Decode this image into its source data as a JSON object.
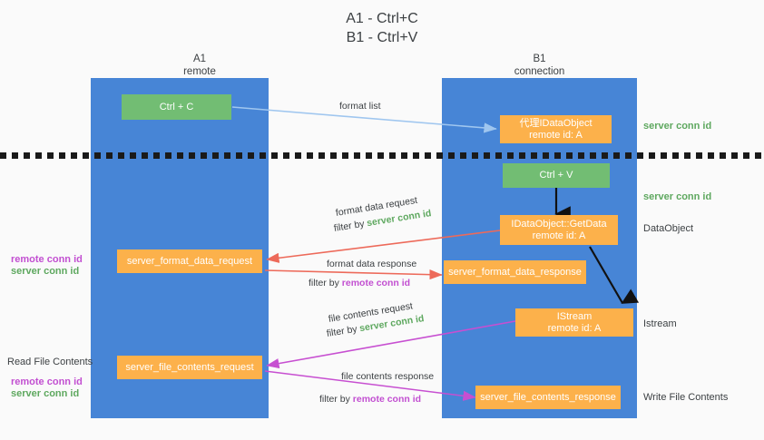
{
  "title": {
    "line1": "A1 - Ctrl+C",
    "line2": "B1 - Ctrl+V"
  },
  "lanes": [
    {
      "id": "a1",
      "title": "A1",
      "subtitle": "remote"
    },
    {
      "id": "b1",
      "title": "B1",
      "subtitle": "connection"
    }
  ],
  "nodes": {
    "ctrl_c": {
      "label": "Ctrl + C",
      "color": "#72bd73"
    },
    "proxy_idataobject": {
      "line1": "代理IDataObject",
      "line2": "remote id: A",
      "color": "#fcb14b"
    },
    "ctrl_v": {
      "label": "Ctrl + V",
      "color": "#72bd73"
    },
    "idataobject_getdata": {
      "line1": "IDataObject::GetData",
      "line2": "remote id: A",
      "color": "#fcb14b"
    },
    "server_format_data_request": {
      "label": "server_format_data_request",
      "color": "#fcb14b"
    },
    "server_format_data_response": {
      "label": "server_format_data_response",
      "color": "#fcb14b"
    },
    "istream": {
      "line1": "IStream",
      "line2": "remote id: A",
      "color": "#fcb14b"
    },
    "server_file_contents_request": {
      "label": "server_file_contents_request",
      "color": "#fcb14b"
    },
    "server_file_contents_response": {
      "label": "server_file_contents_response",
      "color": "#fcb14b"
    }
  },
  "edges": {
    "format_list": {
      "label": "format list"
    },
    "format_data_request": {
      "label": "format data request",
      "filter_prefix": "filter by ",
      "filter_value": "server conn id",
      "filter_color": "#5ea85f"
    },
    "format_data_response": {
      "label": "format data response",
      "filter_prefix": "filter by ",
      "filter_value": "remote conn id",
      "filter_color": "#c24fd1"
    },
    "file_contents_request": {
      "label": "file contents request",
      "filter_prefix": "filter by ",
      "filter_value": "server conn id",
      "filter_color": "#5ea85f"
    },
    "file_contents_response": {
      "label": "file contents response",
      "filter_prefix": "filter by ",
      "filter_value": "remote conn id",
      "filter_color": "#c24fd1"
    }
  },
  "annotations": {
    "right_server_conn_id_top": "server conn id",
    "right_server_conn_id_mid": "server conn id",
    "right_dataobject": "DataObject",
    "right_istream": "Istream",
    "right_write_file_contents": "Write File Contents",
    "left_remote_conn_id_1": "remote conn id",
    "left_server_conn_id_1": "server conn id",
    "left_read_file_contents": "Read File Contents",
    "left_remote_conn_id_2": "remote conn id",
    "left_server_conn_id_2": "server conn id"
  },
  "colors": {
    "lane": "#4785d6",
    "green_node": "#72bd73",
    "orange_node": "#fcb14b",
    "green_text": "#5ea85f",
    "purple_text": "#c24fd1",
    "arrow_lightblue": "#9fc6ef",
    "arrow_red": "#ed6a5a",
    "arrow_magenta": "#c74fd1",
    "arrow_black": "#111111",
    "background": "#fafafa"
  }
}
